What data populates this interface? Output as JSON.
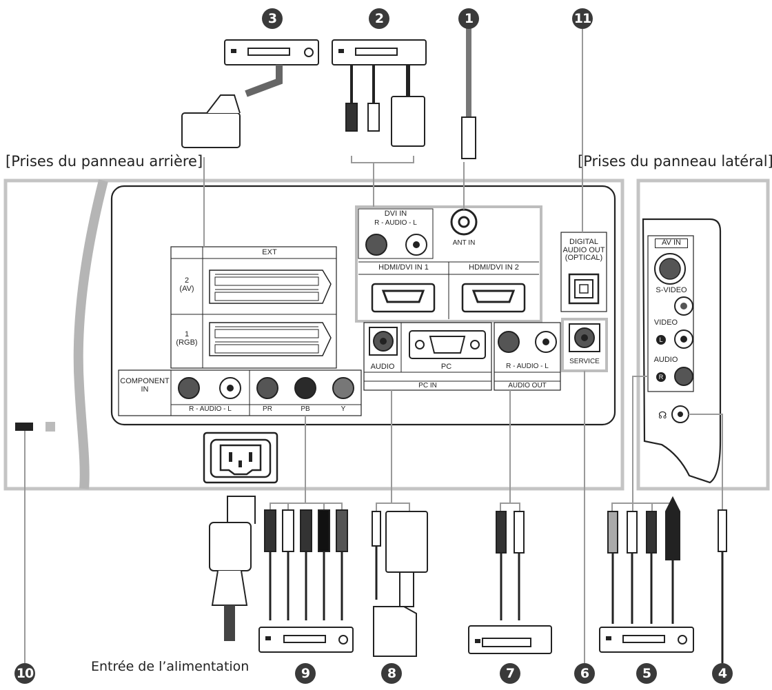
{
  "captions": {
    "rear_panel": "[Prises du panneau arrière]",
    "side_panel": "[Prises du panneau latéral]",
    "power_input": "Entrée de l’alimentation"
  },
  "rear_panel": {
    "ext": {
      "title": "EXT",
      "slot_2": "2\n(AV)",
      "slot_1": "1\n(RGB)"
    },
    "component": {
      "title": "COMPONENT\nIN",
      "audio_label": "R - AUDIO - L",
      "pr": "PR",
      "pb": "PB",
      "y": "Y"
    },
    "dvi_in": {
      "title": "DVI IN",
      "audio_label": "R - AUDIO - L"
    },
    "ant_in": "ANT IN",
    "hdmi_1": "HDMI/DVI IN 1",
    "hdmi_2": "HDMI/DVI IN 2",
    "digital_audio_out": "DIGITAL\nAUDIO OUT\n(OPTICAL)",
    "pc_in": {
      "audio": "AUDIO",
      "pc": "PC",
      "title": "PC IN"
    },
    "audio_out": {
      "audio_label": "R - AUDIO - L",
      "title": "AUDIO OUT"
    },
    "service": "SERVICE"
  },
  "side_panel": {
    "av_in": "AV IN",
    "s_video": "S-VIDEO",
    "video": "VIDEO",
    "l": "L",
    "audio": "AUDIO",
    "r": "R"
  },
  "callouts": [
    "1",
    "2",
    "3",
    "4",
    "5",
    "6",
    "7",
    "8",
    "9",
    "10",
    "11"
  ],
  "colors": {
    "panel_frame": "#bdbdbd",
    "dark_jack": "#555555",
    "badge": "#3a3a3a"
  }
}
